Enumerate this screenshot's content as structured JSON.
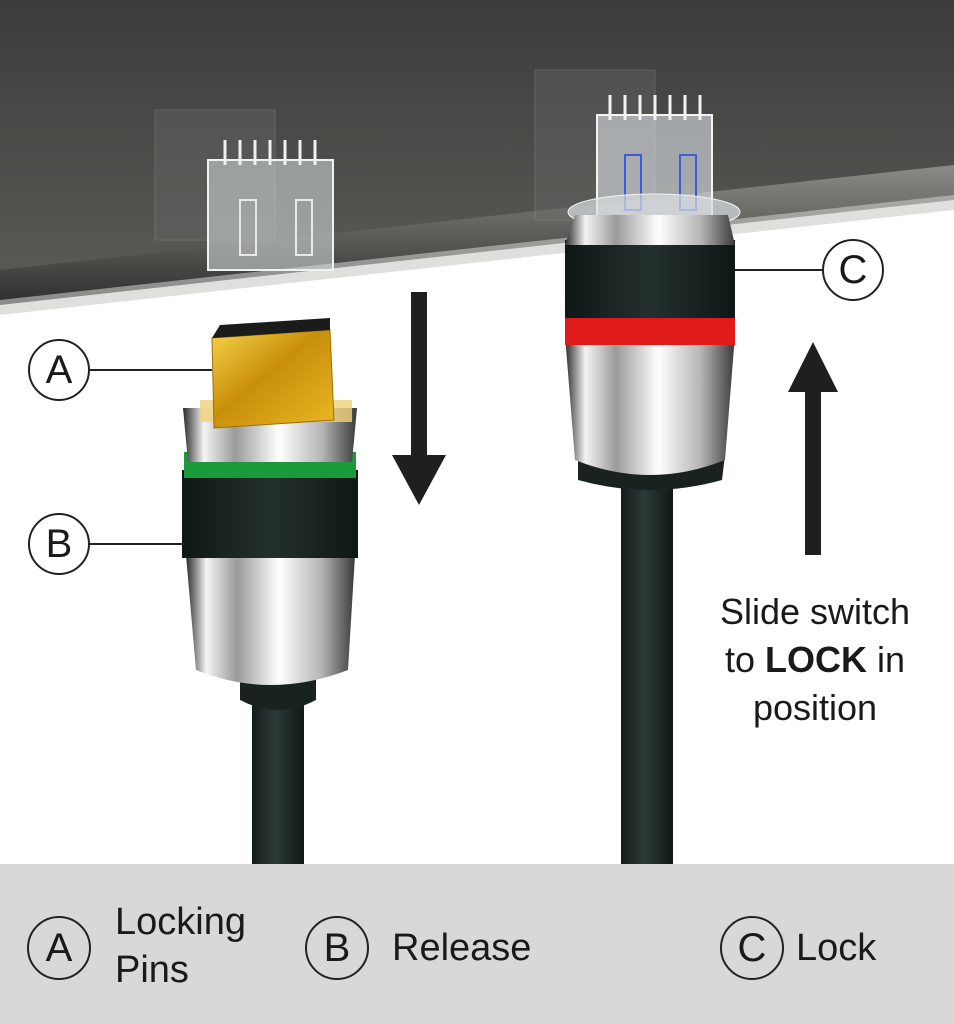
{
  "callouts": {
    "a": "A",
    "b": "B",
    "c": "C"
  },
  "instruction": {
    "line1": "Slide switch",
    "line2_pre": "to ",
    "line2_bold": "LOCK",
    "line2_post": " in",
    "line3": "position"
  },
  "legend": {
    "items": [
      {
        "letter": "A",
        "label_line1": "Locking",
        "label_line2": "Pins"
      },
      {
        "letter": "B",
        "label": "Release"
      },
      {
        "letter": "C",
        "label": "Lock"
      }
    ]
  },
  "colors": {
    "panel": "#4a4a48",
    "cable": "#1f2a28",
    "gold": "#d9a514",
    "release_band": "#1a9a3a",
    "lock_band": "#e01919",
    "legend_bg": "#d8d8d8"
  }
}
